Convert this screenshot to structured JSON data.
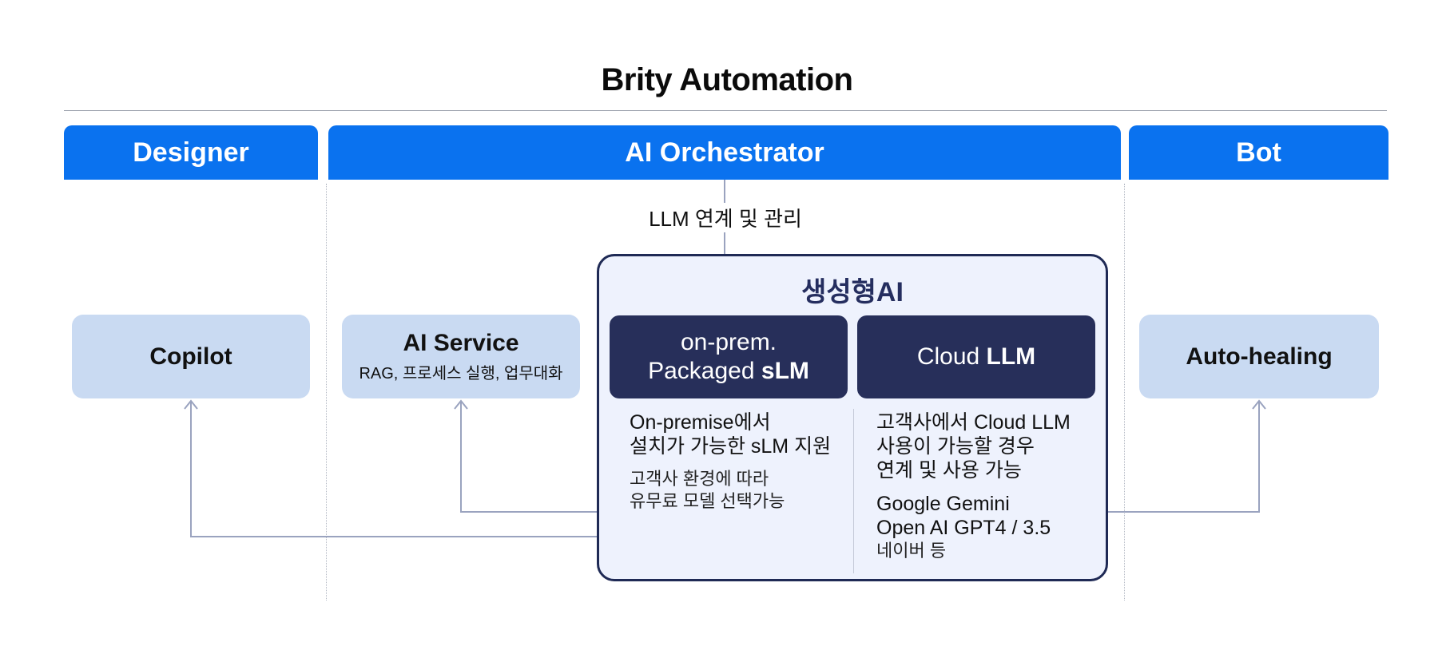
{
  "title": "Brity Automation",
  "columns": {
    "designer": "Designer",
    "orchestrator": "AI Orchestrator",
    "bot": "Bot"
  },
  "copilot": {
    "label": "Copilot"
  },
  "ai_service": {
    "label": "AI Service",
    "sub": "RAG, 프로세스 실행, 업무대화"
  },
  "llm_link_label": "LLM 연계 및 관리",
  "genai": {
    "title": "생성형AI",
    "onprem": {
      "line1": "on-prem.",
      "line2_prefix": "Packaged ",
      "line2_bold": "sLM",
      "desc_line1": "On-premise에서",
      "desc_line2": "설치가 가능한 sLM 지원",
      "sub_line1": "고객사 환경에 따라",
      "sub_line2": "유무료 모델 선택가능"
    },
    "cloud": {
      "prefix": "Cloud ",
      "bold": "LLM",
      "desc_line1": "고객사에서 Cloud LLM",
      "desc_line2": "사용이 가능할 경우",
      "desc_line3": "연계 및 사용 가능",
      "model1": "Google Gemini",
      "model2": "Open AI GPT4 / 3.5",
      "model3": "네이버 등"
    }
  },
  "auto_healing": {
    "label": "Auto-healing"
  },
  "colors": {
    "header_blue": "#0a72ef",
    "light_card": "#c9daf2",
    "dark_card": "#272f5a",
    "genai_bg": "#eef2fd",
    "connector": "#9aa3bf"
  }
}
